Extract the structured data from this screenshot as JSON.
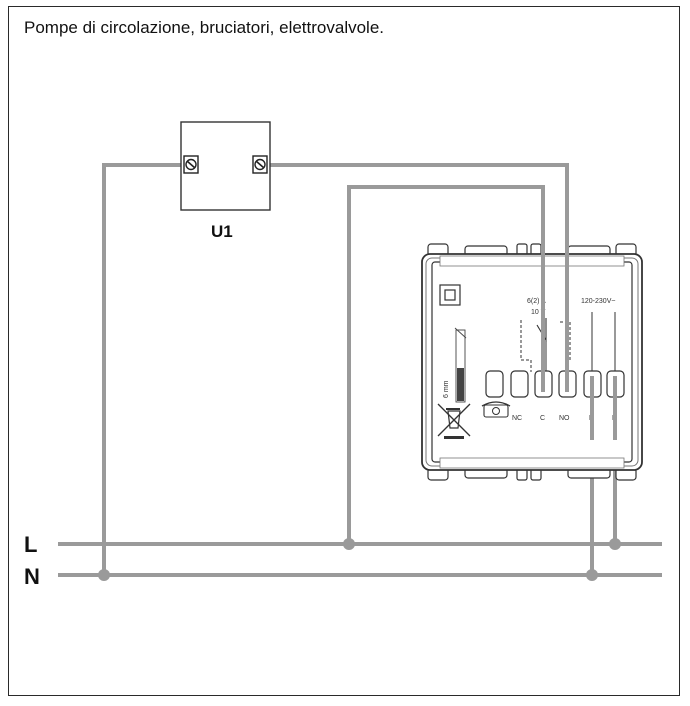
{
  "title": "Pompe di circolazione, bruciatori, elettrovalvole.",
  "switch_label": "U1",
  "lines": {
    "line": "L",
    "neutral": "N"
  },
  "device": {
    "contact_rating_line1": "6(2) A",
    "contact_rating_line2": "10 V",
    "supply_voltage": "120-230V~",
    "cable_strip": "6 mm",
    "terminals": [
      "NC",
      "C",
      "NO",
      "N",
      "L"
    ]
  },
  "colors": {
    "wire": "#9a9a9a",
    "outline": "#333333"
  },
  "icons": [
    "screw-terminal-icon",
    "phone-icon",
    "weee-bin-icon",
    "switch-symbol-icon"
  ]
}
